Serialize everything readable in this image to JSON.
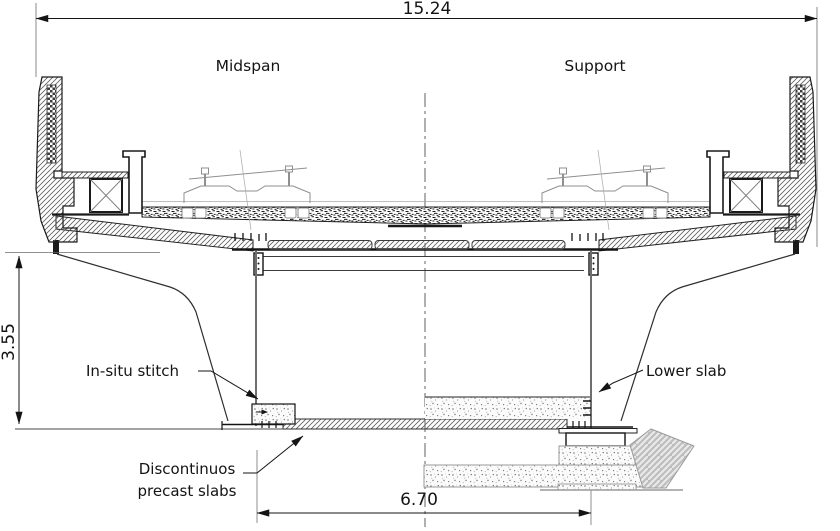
{
  "drawing": {
    "type": "bridge-box-girder-cross-section",
    "sections": {
      "midspan": "Midspan",
      "support": "Support"
    },
    "dimensions": {
      "overall_width": "15.24",
      "girder_height": "3.55",
      "web_spacing": "6.70"
    },
    "callouts": {
      "in_situ_stitch": "In-situ stitch",
      "lower_slab": "Lower slab",
      "precast_line1": "Discontinuos",
      "precast_line2": "precast slabs"
    },
    "colors": {
      "background": "#ffffff",
      "ink": "#1a1a1a",
      "secondary_gray": "#8f8f8f",
      "hatch_gray": "#666666"
    }
  }
}
